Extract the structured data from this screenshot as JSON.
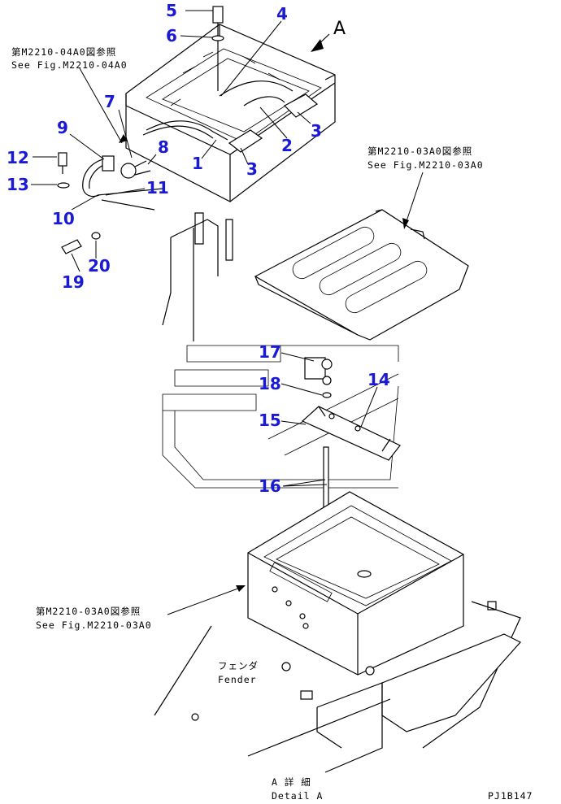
{
  "view_label": "A",
  "refs": {
    "top_left_jp": "第M2210-04A0図参照",
    "top_left_en": "See Fig.M2210-04A0",
    "right_jp": "第M2210-03A0図参照",
    "right_en": "See Fig.M2210-03A0",
    "bottom_left_jp": "第M2210-03A0図参照",
    "bottom_left_en": "See Fig.M2210-03A0",
    "fender_jp": "フェンダ",
    "fender_en": "Fender",
    "detail_jp": "A 詳 細",
    "detail_en": "Detail A",
    "drawing_id": "PJ1B147"
  },
  "callouts": [
    "1",
    "2",
    "3",
    "3",
    "4",
    "5",
    "6",
    "7",
    "8",
    "9",
    "10",
    "11",
    "12",
    "13",
    "14",
    "15",
    "16",
    "17",
    "18",
    "19",
    "20"
  ],
  "colors": {
    "callout": "#1a1ad6",
    "line": "#000000"
  }
}
